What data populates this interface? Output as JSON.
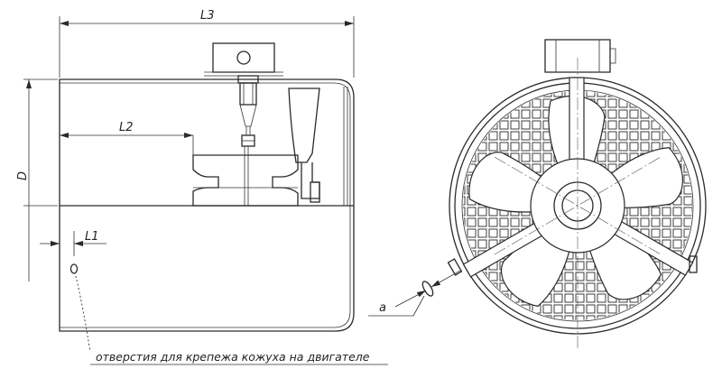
{
  "labels": {
    "l3": "L3",
    "l2": "L2",
    "l1": "L1",
    "d": "D",
    "a": "a",
    "note": "отверстия для крепежа кожуха на двигателе"
  }
}
